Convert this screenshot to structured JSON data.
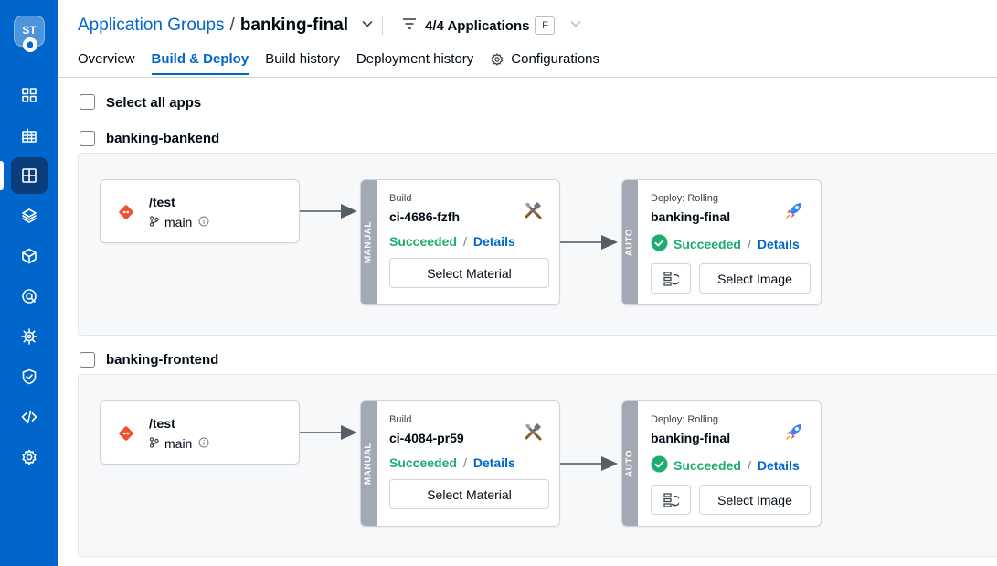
{
  "sidebar": {
    "logo_text": "ST",
    "items": [
      {
        "icon": "grid-icon"
      },
      {
        "icon": "table-grid-icon"
      },
      {
        "icon": "app-groups-icon",
        "active": true
      },
      {
        "icon": "stack-icon"
      },
      {
        "icon": "cube-icon"
      },
      {
        "icon": "security-scan-icon"
      },
      {
        "icon": "helm-wheel-icon"
      },
      {
        "icon": "shield-check-icon"
      },
      {
        "icon": "code-icon"
      },
      {
        "icon": "gear-icon"
      }
    ]
  },
  "header": {
    "breadcrumb_parent": "Application Groups",
    "breadcrumb_separator": "/",
    "breadcrumb_current": "banking-final",
    "filter_label": "4/4 Applications",
    "filter_shortcut": "F",
    "tabs": [
      {
        "label": "Overview"
      },
      {
        "label": "Build & Deploy",
        "active": true
      },
      {
        "label": "Build history"
      },
      {
        "label": "Deployment history"
      },
      {
        "label": "Configurations"
      }
    ]
  },
  "select_all_label": "Select all apps",
  "apps": [
    {
      "name": "banking-bankend",
      "git": {
        "path": "/test",
        "branch": "main"
      },
      "build": {
        "type_label": "Build",
        "name": "ci-4686-fzfh",
        "trigger": "MANUAL",
        "status": "Succeeded",
        "details_label": "Details",
        "button_label": "Select Material"
      },
      "deploy": {
        "type_label": "Deploy: Rolling",
        "name": "banking-final",
        "trigger": "AUTO",
        "status": "Succeeded",
        "details_label": "Details",
        "button_label": "Select Image"
      }
    },
    {
      "name": "banking-frontend",
      "git": {
        "path": "/test",
        "branch": "main"
      },
      "build": {
        "type_label": "Build",
        "name": "ci-4084-pr59",
        "trigger": "MANUAL",
        "status": "Succeeded",
        "details_label": "Details",
        "button_label": "Select Material"
      },
      "deploy": {
        "type_label": "Deploy: Rolling",
        "name": "banking-final",
        "trigger": "AUTO",
        "status": "Succeeded",
        "details_label": "Details",
        "button_label": "Select Image"
      }
    }
  ],
  "colors": {
    "primary": "#0066cc",
    "success": "#1dad70",
    "trigger_strip": "#a3a8b5",
    "git": "#f05133"
  }
}
